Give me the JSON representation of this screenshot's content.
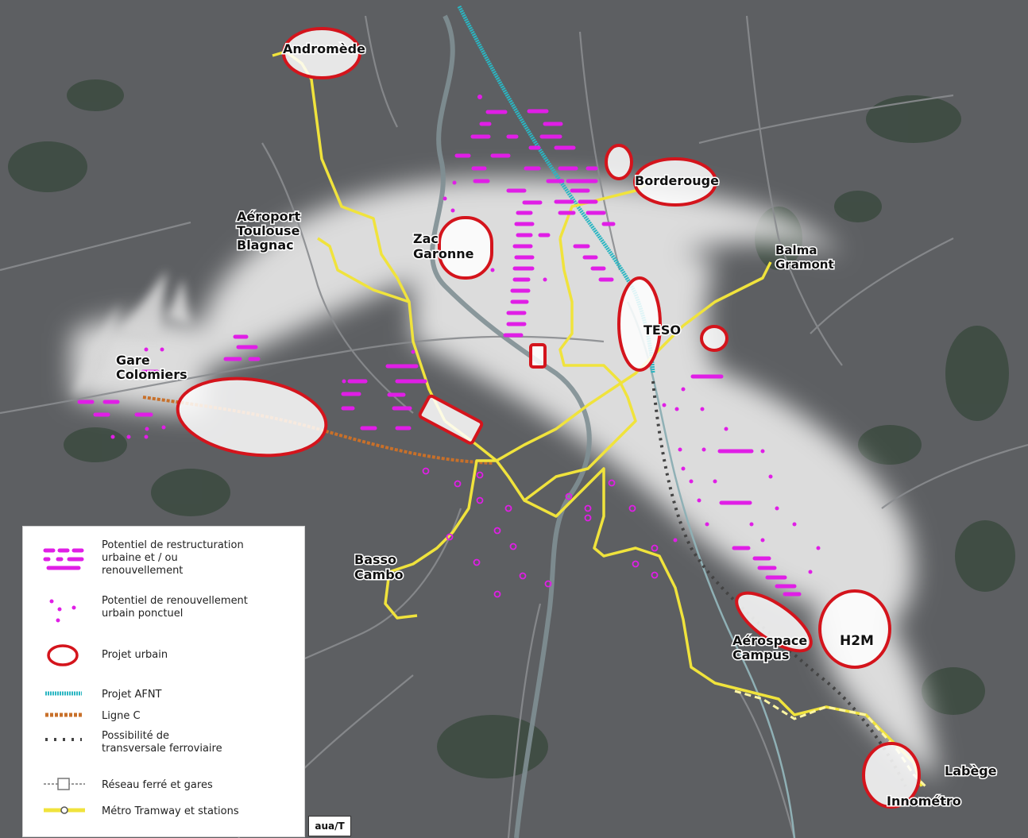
{
  "colors": {
    "restructuring": "#e01ee6",
    "urban_project": "#d4141c",
    "afnt": "#2bb6c2",
    "ligne_c": "#c8702a",
    "rail_option": "#444444",
    "metro_tram": "#f0e33c",
    "map_dark": "#5d5f62",
    "map_light": "#dcdcdc",
    "river": "#7f8f94"
  },
  "places": [
    {
      "id": "andromede",
      "lines": [
        "Andromède"
      ]
    },
    {
      "id": "aeroport",
      "lines": [
        "Aéroport",
        "Toulouse",
        "Blagnac"
      ]
    },
    {
      "id": "zac-garonne",
      "lines": [
        "Zac",
        "Garonne"
      ]
    },
    {
      "id": "borderouge",
      "lines": [
        "Borderouge"
      ]
    },
    {
      "id": "balma",
      "lines": [
        "Balma",
        "Gramont"
      ]
    },
    {
      "id": "teso",
      "lines": [
        "TESO"
      ]
    },
    {
      "id": "gare-colomiers",
      "lines": [
        "Gare",
        "Colomiers"
      ]
    },
    {
      "id": "basso-cambo",
      "lines": [
        "Basso",
        "Cambo"
      ]
    },
    {
      "id": "aerospace",
      "lines": [
        "Aérospace",
        "Campus"
      ]
    },
    {
      "id": "h2m",
      "lines": [
        "H2M"
      ]
    },
    {
      "id": "labege",
      "lines": [
        "Labège"
      ]
    },
    {
      "id": "innometro",
      "lines": [
        "Innométro"
      ]
    }
  ],
  "legend": {
    "items": [
      {
        "icon": "restructuring-dashes-icon",
        "text": [
          "Potentiel de restructuration",
          "urbaine et / ou",
          "renouvellement"
        ]
      },
      {
        "icon": "renewal-dots-icon",
        "text": [
          "Potentiel de renouvellement",
          "urbain ponctuel"
        ]
      },
      {
        "icon": "urban-project-ellipse-icon",
        "text": [
          "Projet urbain"
        ]
      },
      {
        "icon": "afnt-line-icon",
        "text": [
          "Projet AFNT"
        ]
      },
      {
        "icon": "ligne-c-line-icon",
        "text": [
          "Ligne C"
        ]
      },
      {
        "icon": "rail-option-dots-icon",
        "text": [
          "Possibilité de",
          "transversale ferroviaire"
        ]
      },
      {
        "icon": "rail-station-icon",
        "text": [
          "Réseau ferré et gares"
        ]
      },
      {
        "icon": "metro-tram-station-icon",
        "text": [
          "Métro Tramway et stations"
        ]
      }
    ]
  },
  "logo": {
    "text": "aua/T"
  }
}
